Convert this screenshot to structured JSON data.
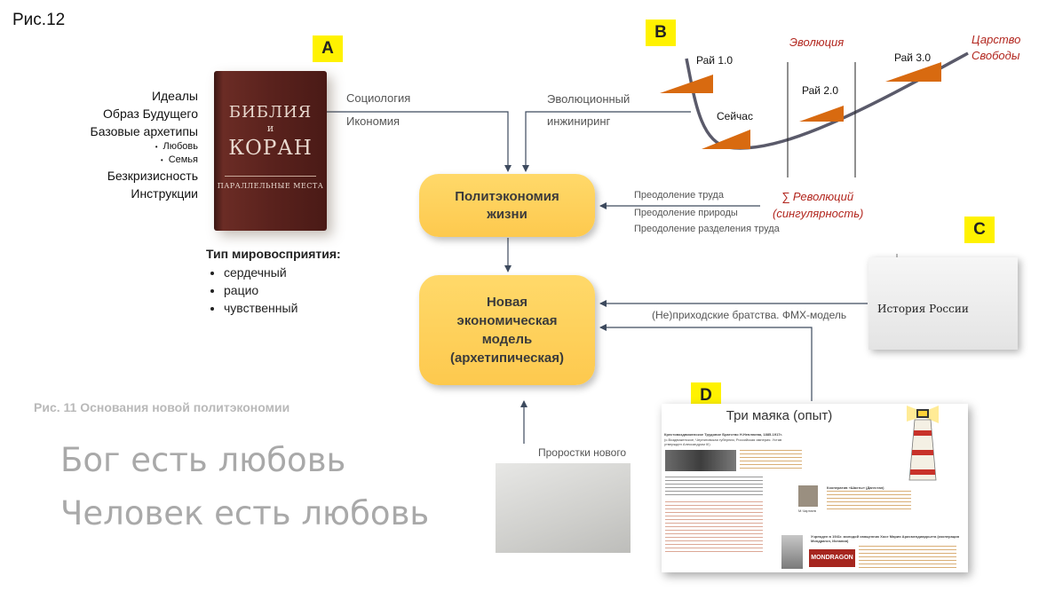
{
  "figure_label": "Рис.12",
  "tags": {
    "a": "A",
    "b": "B",
    "c": "C",
    "d": "D"
  },
  "book": {
    "line1": "БИБЛИЯ",
    "line2": "и",
    "line3": "КОРАН",
    "line4": "ПАРАЛЛЕЛЬНЫЕ МЕСТА"
  },
  "ideals": {
    "items": [
      "Идеалы",
      "Образ Будущего",
      "Базовые архетипы"
    ],
    "sub": [
      "Любовь",
      "Семья"
    ],
    "items2": [
      "Безкризисность",
      "Инструкции"
    ]
  },
  "worldview": {
    "heading": "Тип мировосприятия:",
    "items": [
      "сердечный",
      "рацио",
      "чувственный"
    ]
  },
  "arrows_labels": {
    "sociology": "Социология",
    "ikonomia": "Икономия",
    "evo_eng1": "Эволюционный",
    "evo_eng2": "инжиниринг",
    "overcome": [
      "Преодоление труда",
      "Преодоление природы",
      "Преодоление разделения труда"
    ],
    "brotherhoods": "(Не)приходские братства. ФМХ-модель",
    "sprouts": "Проростки нового"
  },
  "boxes": {
    "box1": [
      "Политэкономия",
      "жизни"
    ],
    "box2": [
      "Новая",
      "экономическая",
      "модель",
      "(архетипическая)"
    ]
  },
  "evolution": {
    "title": "Эволюция",
    "kingdom1": "Царство",
    "kingdom2": "Свободы",
    "paradise1": "Рай 1.0",
    "paradise2": "Рай 2.0",
    "paradise3": "Рай 3.0",
    "now": "Сейчас",
    "revolutions1": "∑ Революций",
    "revolutions2": "(сингулярность)"
  },
  "history": {
    "title": "История России"
  },
  "caption": "Рис. 11 Основания новой политэкономии",
  "slogans": [
    "Бог есть любовь",
    "Человек есть любовь"
  ],
  "slide": {
    "title": "Три маяка (опыт)",
    "t1": "Крестовоздвиженское Трудовое Братство Н.Неплюева, 1885-1917г.",
    "t2": "(с.Воздвиженское, Черниговская губерния, Российская империя. Устав утвержден Александром III)",
    "t3": "Кооператив «Шахты» (Дагестан)",
    "t4": "Учрежден в 1941г. молодой священник Хосе Мария Арисмендиаррьета (кооперация Мондрагон, Испания)",
    "person2": "М.Чартаев",
    "brand": "MONDRAGON"
  },
  "colors": {
    "box": "#fdcf5c",
    "accent_red": "#b2261e",
    "triangle": "#d86a10",
    "curve": "#5a5a6a",
    "tag": "#fff200"
  }
}
